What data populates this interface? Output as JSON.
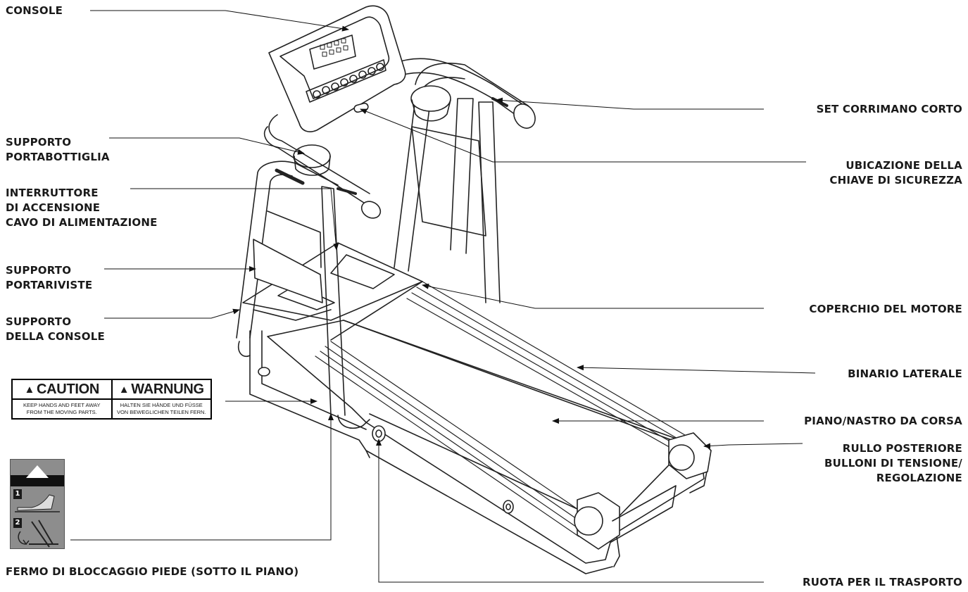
{
  "labels": {
    "console": "CONSOLE",
    "supporto_portabottiglia": [
      "SUPPORTO",
      "PORTABOTTIGLIA"
    ],
    "interruttore": [
      "INTERRUTTORE",
      "DI ACCENSIONE",
      "CAVO DI ALIMENTAZIONE"
    ],
    "supporto_portariviste": [
      "SUPPORTO",
      "PORTARIVISTE"
    ],
    "supporto_console": [
      "SUPPORTO",
      "DELLA CONSOLE"
    ],
    "fermo_bloccaggio": "FERMO DI BLOCCAGGIO PIEDE (SOTTO IL PIANO)",
    "set_corrimano": "SET CORRIMANO CORTO",
    "ubicazione_chiave": [
      "UBICAZIONE DELLA",
      "CHIAVE DI SICUREZZA"
    ],
    "coperchio_motore": "COPERCHIO DEL MOTORE",
    "binario_laterale": "BINARIO LATERALE",
    "piano_nastro": "PIANO/NASTRO DA CORSA",
    "rullo_posteriore": [
      "RULLO POSTERIORE",
      "BULLONI DI TENSIONE/",
      "REGOLAZIONE"
    ],
    "ruota_trasporto": "RUOTA PER IL TRASPORTO"
  },
  "sticker": {
    "caution_title": "CAUTION",
    "caution_text": [
      "KEEP HANDS AND FEET AWAY",
      "FROM THE MOVING PARTS."
    ],
    "warnung_title": "WARNUNG",
    "warnung_text": [
      "HALTEN SIE HÄNDE UND FÜSSE",
      "VON BEWEGLICHEN TEILEN FERN."
    ]
  },
  "pictogram": {
    "step1": "1",
    "step2": "2"
  },
  "icons": {
    "warning": "warning-triangle-icon",
    "arrow": "arrow-up-icon"
  }
}
